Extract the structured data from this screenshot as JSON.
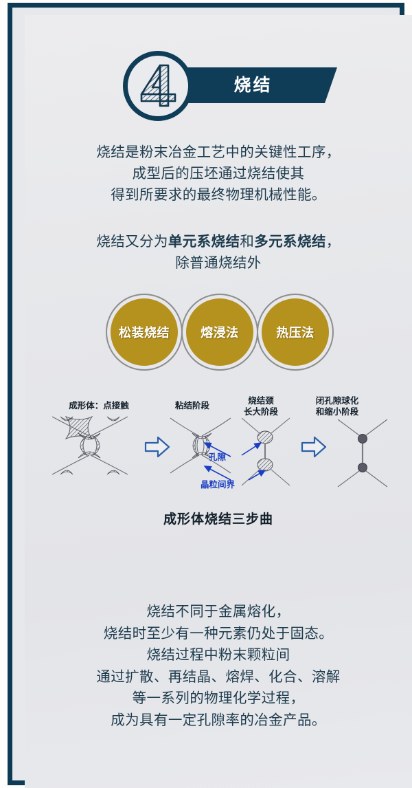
{
  "theme": {
    "frame_color": "#0d3a55",
    "background": "#e6e7ea",
    "banner_color": "#0f3c56",
    "text_color": "#1d3b4d",
    "badge_gold": "#b5911e",
    "badge_ring": "#8d8d8d",
    "annotation_blue": "#1b3fc4",
    "arrow_blue": "#2c5fa8"
  },
  "header": {
    "step_number": "4",
    "title": "烧结"
  },
  "intro": {
    "lines": [
      "烧结是粉末冶金工艺中的关键性工序，",
      "成型后的压坯通过烧结使其",
      "得到所要求的最终物理机械性能。"
    ]
  },
  "classification": {
    "line1_prefix": "烧结又分为",
    "line1_bold1": "单元系烧结",
    "line1_mid": "和",
    "line1_bold2": "多元系烧结",
    "line1_suffix": "，",
    "line2": "除普通烧结外"
  },
  "methods": [
    {
      "label": "松装烧结"
    },
    {
      "label": "熔浸法"
    },
    {
      "label": "热压法"
    }
  ],
  "diagram": {
    "stages": [
      {
        "label": "成形体：点接触"
      },
      {
        "label": "粘结阶段"
      },
      {
        "label": "烧结颈\n长大阶段"
      },
      {
        "label": "闭孔隙球化\n和缩小阶段"
      }
    ],
    "annotations": [
      {
        "label": "孔隙"
      },
      {
        "label": "晶粒间界"
      }
    ],
    "caption": "成形体烧结三步曲",
    "arrow_icon": "right-arrow-outline"
  },
  "conclusion": {
    "lines": [
      "烧结不同于金属熔化，",
      "烧结时至少有一种元素仍处于固态。",
      "烧结过程中粉末颗粒间",
      "通过扩散、再结晶、熔焊、化合、溶解",
      "等一系列的物理化学过程，",
      "成为具有一定孔隙率的冶金产品。"
    ]
  }
}
